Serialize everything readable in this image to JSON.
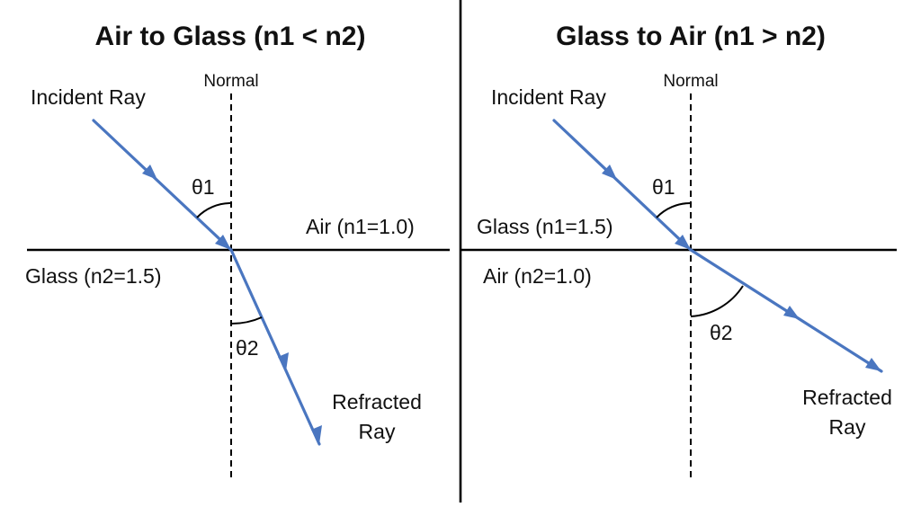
{
  "colors": {
    "ray": "#4a76c0",
    "line": "#000000",
    "background": "#ffffff"
  },
  "panels": [
    {
      "title": "Air to Glass (n1 < n2)",
      "normal_label": "Normal",
      "incident_label": "Incident Ray",
      "theta1_label": "θ1",
      "theta2_label": "θ2",
      "medium_top": "Air (n1=1.0)",
      "medium_bottom": "Glass (n2=1.5)",
      "refracted_label_line1": "Refracted",
      "refracted_label_line2": "Ray"
    },
    {
      "title": "Glass to Air (n1 > n2)",
      "normal_label": "Normal",
      "incident_label": "Incident Ray",
      "theta1_label": "θ1",
      "theta2_label": "θ2",
      "medium_top": "Glass (n1=1.5)",
      "medium_bottom": "Air (n2=1.0)",
      "refracted_label_line1": "Refracted",
      "refracted_label_line2": "Ray"
    }
  ]
}
